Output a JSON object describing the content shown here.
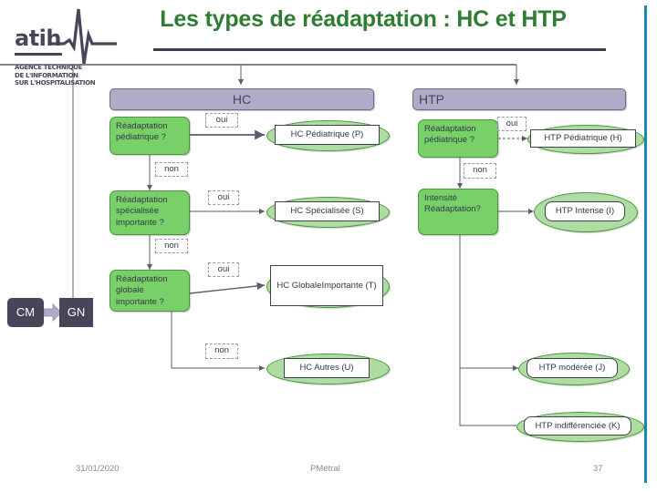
{
  "slide": {
    "title": "Les types de réadaptation : HC et HTP",
    "accent_green": "#2f7d32",
    "bar_purple": "#b0abc8",
    "decision_green": "#79cf68",
    "terminal_green": "#addda0",
    "rule_blue": "#1b87b5",
    "dark_purple": "#4a4458"
  },
  "logo": {
    "wordmark": "atih",
    "line1": "AGENCE TECHNIQUE",
    "line2": "DE L'INFORMATION",
    "line3": "SUR L'HOSPITALISATION"
  },
  "legend": {
    "cm": "CM",
    "gn": "GN"
  },
  "branches": {
    "hc": {
      "header": "HC",
      "decisions": [
        {
          "id": "hc-d1",
          "text": "Réadaptation\npédiatrique ?"
        },
        {
          "id": "hc-d2",
          "text": "Réadaptation\nspécialisée\nimportante ?"
        },
        {
          "id": "hc-d3",
          "text": "Réadaptation\nglobale\nimportante ?"
        }
      ],
      "tags": [
        {
          "id": "hc-oui1",
          "text": "oui"
        },
        {
          "id": "hc-non1",
          "text": "non"
        },
        {
          "id": "hc-oui2",
          "text": "oui"
        },
        {
          "id": "hc-non2",
          "text": "non"
        },
        {
          "id": "hc-oui3",
          "text": "oui"
        },
        {
          "id": "hc-non3",
          "text": "non"
        }
      ],
      "outcomes": [
        {
          "id": "hc-p",
          "text": "HC Pédiatrique (P)"
        },
        {
          "id": "hc-s",
          "text": "HC Spécialisée (S)"
        },
        {
          "id": "hc-t",
          "text": "HC Globale\nImportante (T)"
        },
        {
          "id": "hc-u",
          "text": "HC Autres (U)"
        }
      ]
    },
    "htp": {
      "header": "HTP",
      "decisions": [
        {
          "id": "htp-d1",
          "text": "Réadaptation\npédiatrique ?"
        },
        {
          "id": "htp-d2",
          "text": "Intensité\nRéadaptation?"
        }
      ],
      "tags": [
        {
          "id": "htp-oui1",
          "text": "oui"
        },
        {
          "id": "htp-non1",
          "text": "non"
        }
      ],
      "outcomes": [
        {
          "id": "htp-h",
          "text": "HTP Pédiatrique (H)"
        },
        {
          "id": "htp-i",
          "text": "HTP Intense (I)"
        },
        {
          "id": "htp-j",
          "text": "HTP modérée (J)"
        },
        {
          "id": "htp-k",
          "text": "HTP indifférenciée (K)"
        }
      ]
    }
  },
  "footer": {
    "date": "31/01/2020",
    "author": "PMétral",
    "page": "37"
  }
}
